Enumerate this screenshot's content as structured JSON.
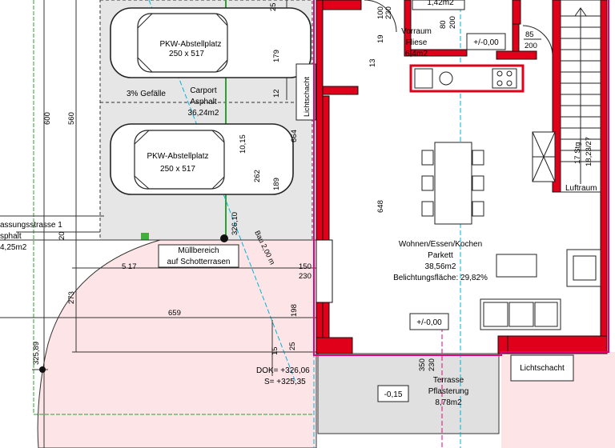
{
  "carport": {
    "car_top": {
      "name": "PKW-Abstellplatz",
      "size": "250 x 517"
    },
    "car_bottom": {
      "name": "PKW-Abstellplatz",
      "size": "250 x 517"
    },
    "slope": "3% Gefälle",
    "area": {
      "name": "Carport",
      "material": "Asphalt",
      "size": "36,24m2"
    },
    "dim_179": "179",
    "dim_12": "12",
    "dim_25": "25"
  },
  "light_shaft_1": "Lichtschacht",
  "light_shaft_2": "Lichtschacht",
  "driveway": {
    "name": "assungsstrasse 1",
    "material": "sphalt",
    "size": "4,25m2"
  },
  "waste": {
    "line1": "Müllbereich",
    "line2": "auf Schotterrasen"
  },
  "vestibule": {
    "name": "Vorraum",
    "material": "Fliese",
    "size": "6,4m2"
  },
  "wc_size": "1,42m2",
  "living": {
    "name": "Wohnen/Essen/Kochen",
    "material": "Parkett",
    "size": "38,56m2",
    "light": "Belichtungsfläche: 29,82%"
  },
  "terrace": {
    "name": "Terrasse",
    "material": "Pflasterung",
    "size": "8,78m2"
  },
  "levels": {
    "vestibule": "+/-0,00",
    "living": "+/-0,00",
    "terrace": "-0,15"
  },
  "door_85": "85",
  "door_200": "200",
  "door_100": "100",
  "door_230": "230",
  "door_80": "80",
  "door_200b": "200",
  "stairs": {
    "label": "17 Stg",
    "ratio": "18,23/27"
  },
  "air_space": "Luftraum",
  "elevations": {
    "dok": "DOK= +326,06",
    "s": "S= +325,35"
  },
  "dims": {
    "d600": "600",
    "d560": "560",
    "d648": "648",
    "d273": "273",
    "d659": "659",
    "d517": "5 17",
    "d20": "20",
    "d150": "150",
    "d230": "230",
    "d198": "198",
    "d325": "325,89",
    "d326": "326,10",
    "d262": "262",
    "d10": "10,15",
    "d664": "664",
    "d19": "19",
    "d13": "13",
    "d350": "350",
    "d230b": "230",
    "d179b": "189",
    "d25b": "25",
    "d15": "15"
  },
  "boundary_label": "Bau 2,00 m"
}
